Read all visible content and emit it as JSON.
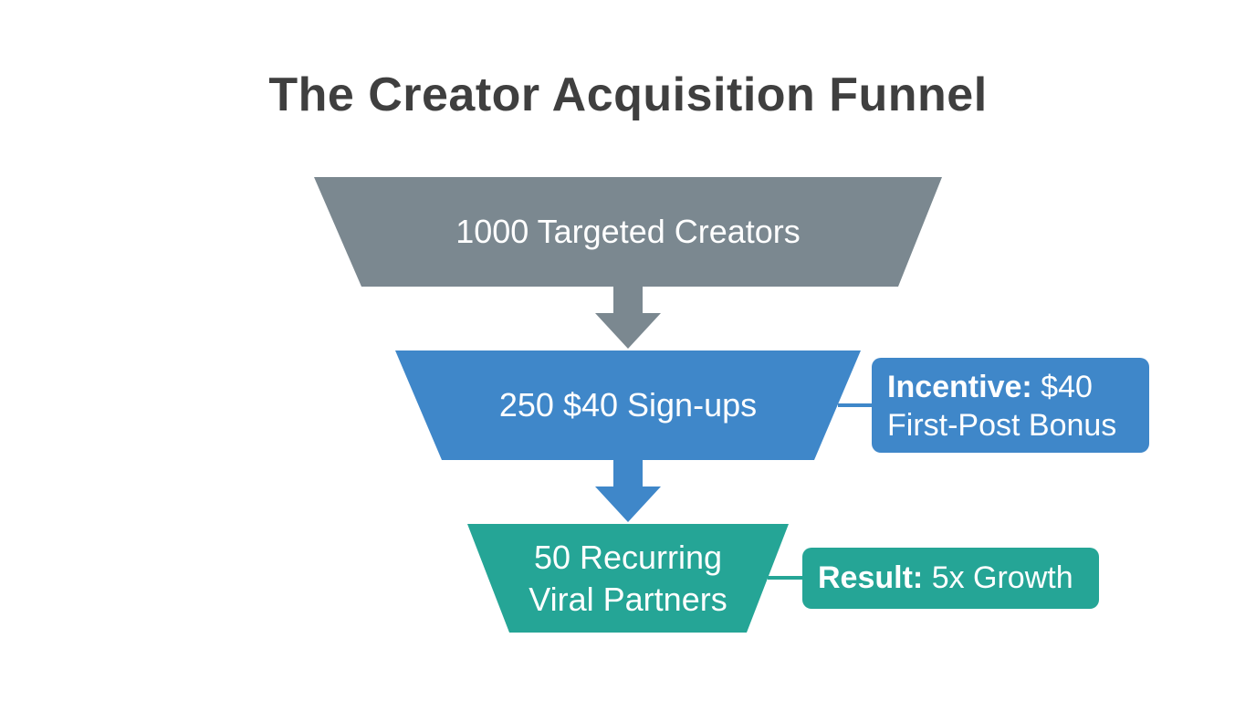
{
  "title": "The Creator Acquisition Funnel",
  "colors": {
    "stage1": "#7b8890",
    "stage2": "#3f87c9",
    "stage3": "#25a596",
    "title": "#3f3f3f"
  },
  "stages": [
    {
      "label": "1000 Targeted Creators"
    },
    {
      "label": "250 $40 Sign-ups"
    },
    {
      "label_line1": "50 Recurring",
      "label_line2": "Viral Partners"
    }
  ],
  "callouts": {
    "incentive": {
      "key": "Incentive:",
      "value": "$40",
      "line2": "First-Post Bonus"
    },
    "result": {
      "key": "Result:",
      "value": "5x Growth"
    }
  }
}
